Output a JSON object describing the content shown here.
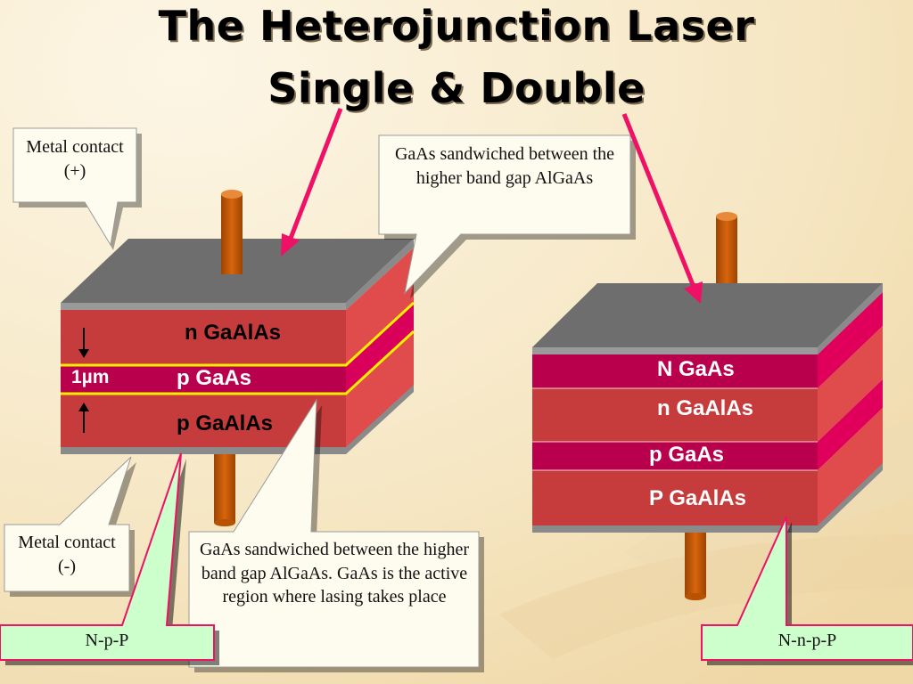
{
  "title": {
    "line1": "The Heterojunction Laser",
    "line2": "Single & Double"
  },
  "single_laser": {
    "layers": [
      "n GaAlAs",
      "p GaAs",
      "p GaAlAs"
    ],
    "thickness_label": "1µm",
    "type_label": "N-p-P"
  },
  "double_laser": {
    "layers": [
      "N GaAs",
      "n GaAlAs",
      "p GaAs",
      "P GaAlAs"
    ],
    "type_label": "N-n-p-P"
  },
  "callouts": {
    "metal_positive": "Metal contact (+)",
    "metal_negative": "Metal contact (-)",
    "sandwich_top": "GaAs sandwiched between the higher band gap AlGaAs",
    "sandwich_bottom": "GaAs sandwiched between the higher band gap AlGaAs. GaAs is the active region where lasing takes place"
  },
  "colors": {
    "background": "#f6e7c4",
    "cladding": "#c8403c",
    "active": "#b8004c",
    "contact": "#6e6e6e",
    "wire": "#c85a0a",
    "junction_line": "#ffee00",
    "arrow": "#ee1166",
    "label_box": "#ccffcc"
  }
}
